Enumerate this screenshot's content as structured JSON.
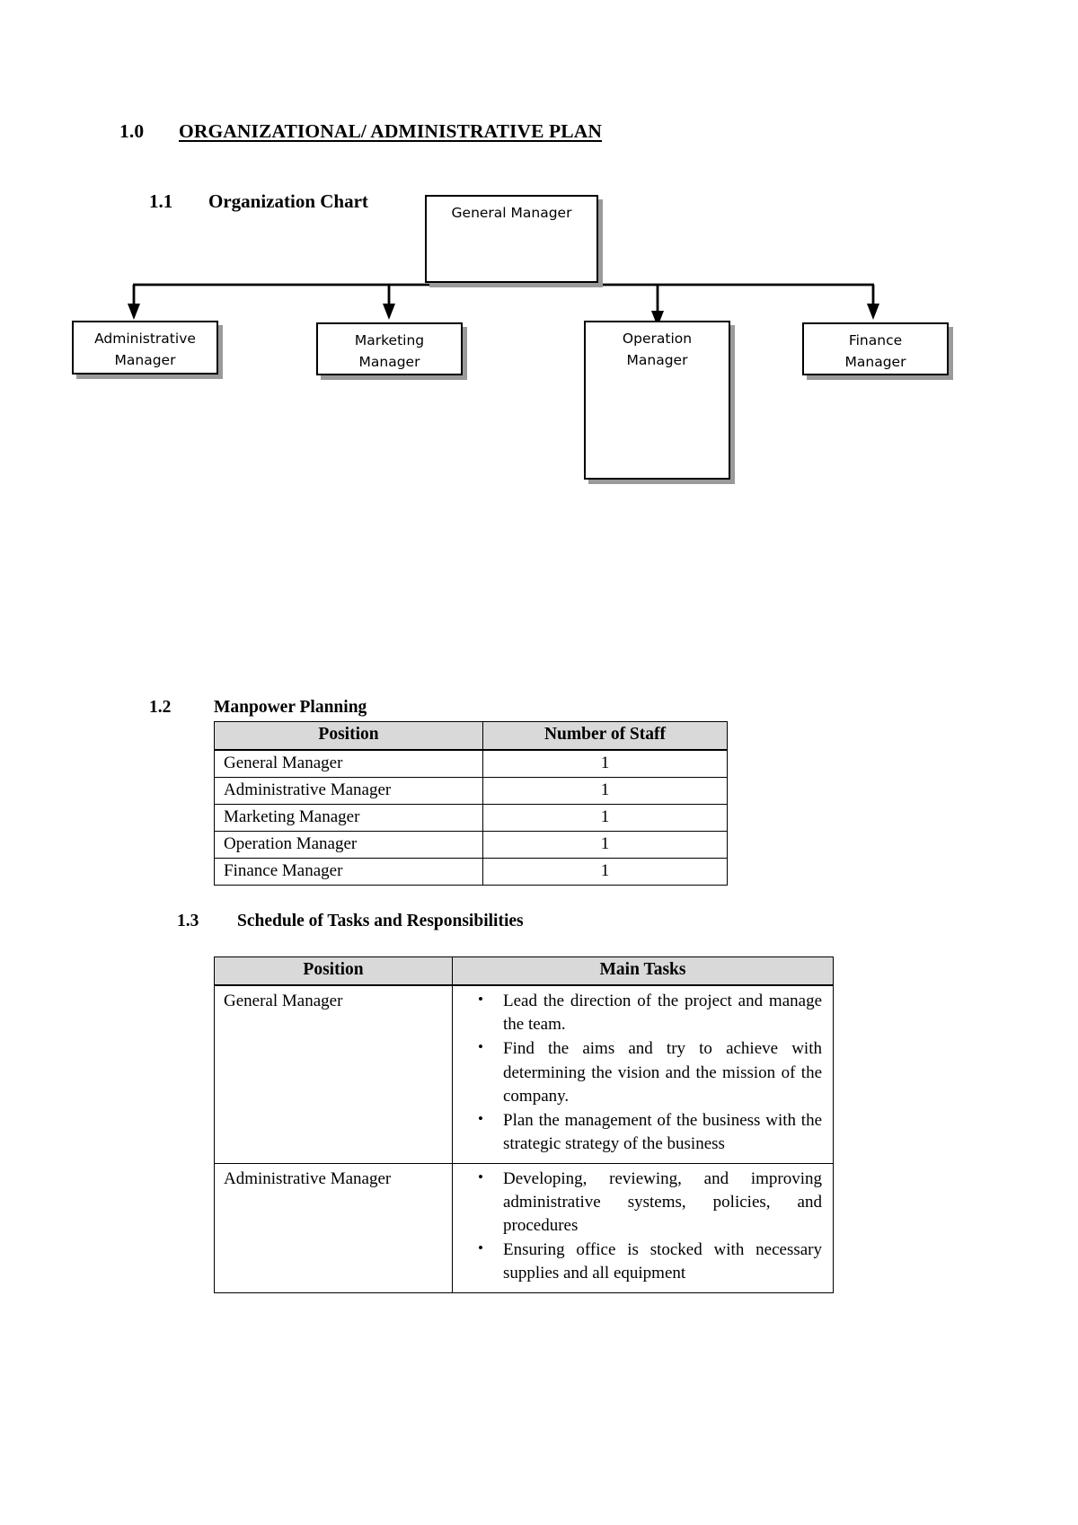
{
  "document": {
    "main_heading": {
      "number": "1.0",
      "text": "ORGANIZATIONAL/ ADMINISTRATIVE PLAN"
    },
    "sections": {
      "s11": {
        "number": "1.1",
        "title": "Organization Chart"
      },
      "s12": {
        "number": "1.2",
        "title": "Manpower Planning"
      },
      "s13": {
        "number": "1.3",
        "title": "Schedule of Tasks and Responsibilities"
      }
    }
  },
  "org_chart": {
    "root": {
      "label_line1": "General Manager"
    },
    "children": [
      {
        "label_line1": "Administrative",
        "label_line2": "Manager"
      },
      {
        "label_line1": "Marketing",
        "label_line2": "Manager"
      },
      {
        "label_line1": "Operation",
        "label_line2": "Manager"
      },
      {
        "label_line1": "Finance",
        "label_line2": "Manager"
      }
    ]
  },
  "manpower_table": {
    "headers": [
      "Position",
      "Number of Staff"
    ],
    "rows": [
      {
        "position": "General Manager",
        "count": "1"
      },
      {
        "position": "Administrative Manager",
        "count": "1"
      },
      {
        "position": "Marketing Manager",
        "count": "1"
      },
      {
        "position": "Operation Manager",
        "count": "1"
      },
      {
        "position": "Finance Manager",
        "count": "1"
      }
    ]
  },
  "tasks_table": {
    "headers": [
      "Position",
      "Main Tasks"
    ],
    "rows": [
      {
        "position": "General Manager",
        "tasks": [
          "Lead the direction of the project and manage the team.",
          " Find the aims and try to achieve with determining the vision and the mission of the company.",
          "Plan the management of the business with the strategic strategy of the business"
        ]
      },
      {
        "position": "Administrative Manager",
        "tasks": [
          "Developing, reviewing, and improving administrative systems, policies, and procedures",
          "Ensuring office is stocked with necessary supplies and all equipment"
        ]
      }
    ]
  },
  "colors": {
    "table_header_fill": "#d9d9d9",
    "border": "#000000",
    "node_shadow": "#9a9a9a",
    "page_background": "#ffffff"
  }
}
